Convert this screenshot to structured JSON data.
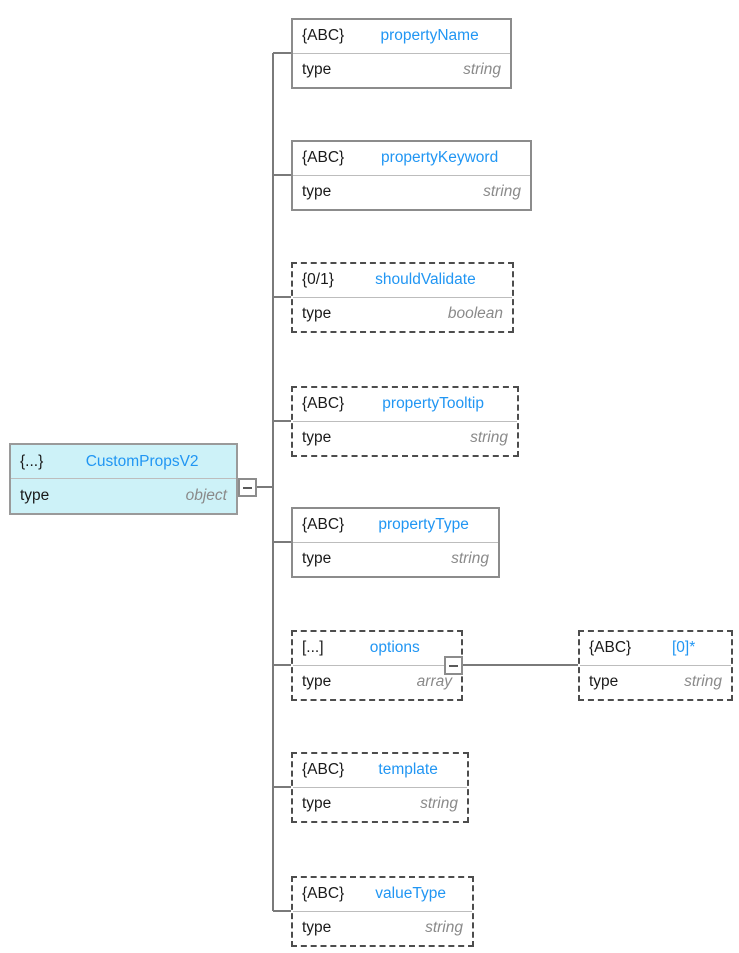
{
  "diagram": {
    "type": "json-schema-tree",
    "title": "CustomPropsV2",
    "colors": {
      "name_blue": "#2196f3",
      "root_fill": "#cdf2f8",
      "border_gray": "#8c8c8c",
      "value_gray": "#8a8a8a",
      "line_gray": "#7a7a7a"
    },
    "labels": {
      "type_key": "type",
      "toggle_collapse": "−"
    },
    "root": {
      "badge": "{...}",
      "name": "CustomPropsV2",
      "type_key": "type",
      "type_value": "object",
      "required": true,
      "expanded": true
    },
    "children": [
      {
        "badge": "{ABC}",
        "name": "propertyName",
        "type_key": "type",
        "type_value": "string",
        "required": true
      },
      {
        "badge": "{ABC}",
        "name": "propertyKeyword",
        "type_key": "type",
        "type_value": "string",
        "required": true
      },
      {
        "badge": "{0/1}",
        "name": "shouldValidate",
        "type_key": "type",
        "type_value": "boolean",
        "required": false
      },
      {
        "badge": "{ABC}",
        "name": "propertyTooltip",
        "type_key": "type",
        "type_value": "string",
        "required": false
      },
      {
        "badge": "{ABC}",
        "name": "propertyType",
        "type_key": "type",
        "type_value": "string",
        "required": true
      },
      {
        "badge": "[...]",
        "name": "options",
        "type_key": "type",
        "type_value": "array",
        "required": false,
        "expanded": true,
        "items": {
          "badge": "{ABC}",
          "name": "[0]*",
          "type_key": "type",
          "type_value": "string",
          "required": false
        }
      },
      {
        "badge": "{ABC}",
        "name": "template",
        "type_key": "type",
        "type_value": "string",
        "required": false
      },
      {
        "badge": "{ABC}",
        "name": "valueType",
        "type_key": "type",
        "type_value": "string",
        "required": false
      }
    ]
  }
}
